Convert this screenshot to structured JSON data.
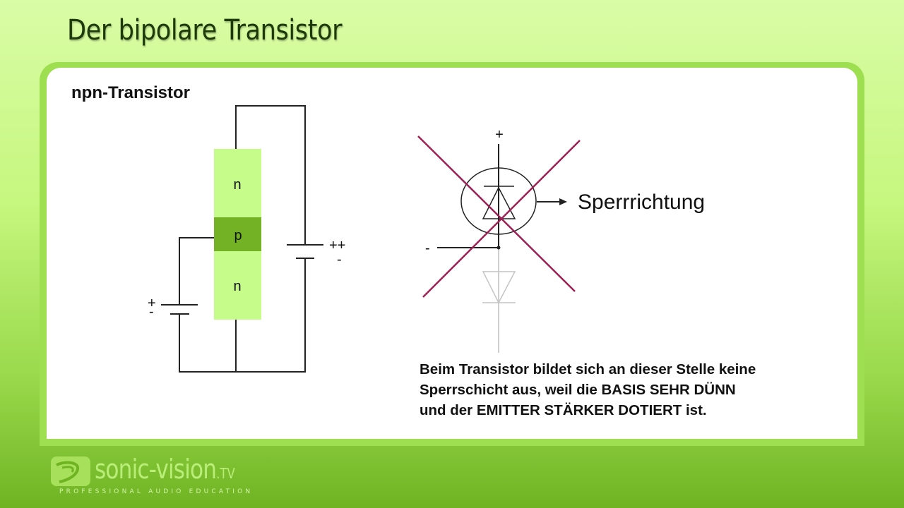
{
  "slide": {
    "title": "Der bipolare Transistor"
  },
  "panel": {
    "subtitle": "npn-Transistor"
  },
  "left_diagram": {
    "layers": [
      {
        "label": "n",
        "role": "collector",
        "color": "#c6fc8a"
      },
      {
        "label": "p",
        "role": "base",
        "color": "#72b224"
      },
      {
        "label": "n",
        "role": "emitter",
        "color": "#c6fc8a"
      }
    ],
    "collector_battery": {
      "plus_label": "++",
      "minus_label": "-"
    },
    "base_battery": {
      "plus_label": "+",
      "minus_label": "-"
    }
  },
  "right_diagram": {
    "top_terminal": "+",
    "side_terminal": "-",
    "annotation": "Sperrrichtung",
    "cross_color": "#9c1f55",
    "faded_diode_color": "#c8c8c8"
  },
  "explanation": {
    "line1": "Beim Transistor bildet sich an dieser Stelle keine",
    "line2": "Sperrschicht aus, weil die BASIS SEHR DÜNN",
    "line3": "und der EMITTER STÄRKER DOTIERT ist."
  },
  "logo": {
    "brand": "sonic-vision",
    "tld": ".TV",
    "tagline": "PROFESSIONAL AUDIO EDUCATION"
  }
}
